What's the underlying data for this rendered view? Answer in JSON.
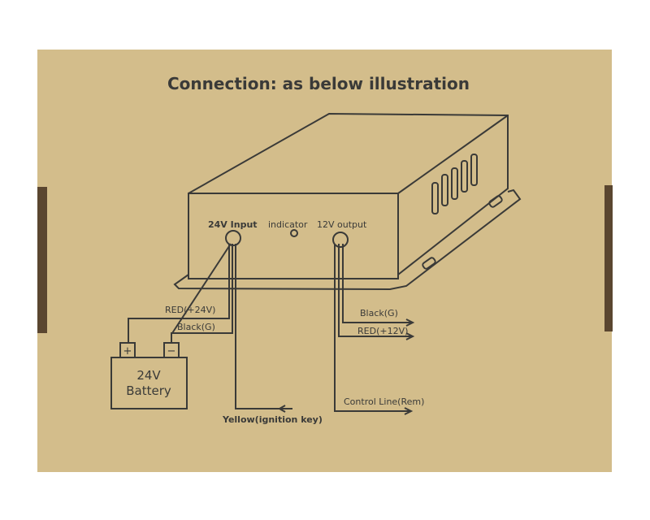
{
  "title": "Connection: as below illustration",
  "device": {
    "input_label": "24V Input",
    "indicator_label": "indicator",
    "output_label": "12V output"
  },
  "wires": {
    "red_in": "RED(+24V)",
    "black_in": "Black(G)",
    "black_out": "Black(G)",
    "red_out": "RED(+12V)",
    "control": "Control Line(Rem)",
    "yellow": "Yellow(ignition key)"
  },
  "battery": {
    "line1": "24V",
    "line2": "Battery",
    "plus": "+",
    "minus": "−"
  },
  "colors": {
    "cardboard": "#d3bd8b",
    "ink": "#3a3a38"
  }
}
